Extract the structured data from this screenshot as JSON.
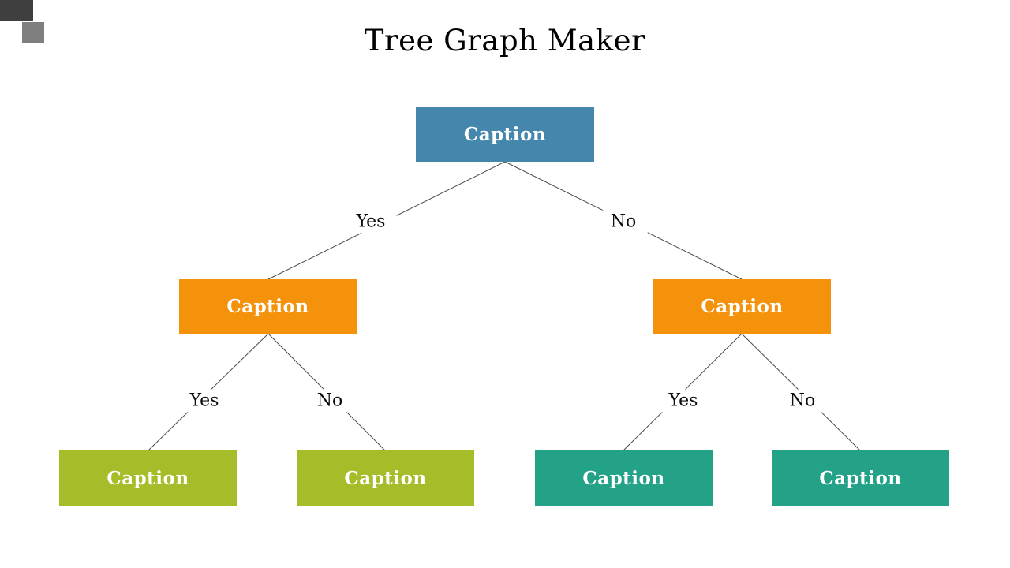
{
  "title": "Tree Graph Maker",
  "decor": {
    "dark_square_color": "#3F3F40",
    "gray_square_color": "#7F7F7F"
  },
  "edges": {
    "color": "#4A4A4A"
  },
  "edge_labels": {
    "root_yes": "Yes",
    "root_no": "No",
    "left_yes": "Yes",
    "left_no": "No",
    "right_yes": "Yes",
    "right_no": "No"
  },
  "nodes": {
    "root": {
      "label": "Caption",
      "color": "#4587AC"
    },
    "branch_left": {
      "label": "Caption",
      "color": "#F5920B"
    },
    "branch_right": {
      "label": "Caption",
      "color": "#F5920B"
    },
    "leaf_left_yes": {
      "label": "Caption",
      "color": "#A6BC28"
    },
    "leaf_left_no": {
      "label": "Caption",
      "color": "#A6BC28"
    },
    "leaf_right_yes": {
      "label": "Caption",
      "color": "#23A288"
    },
    "leaf_right_no": {
      "label": "Caption",
      "color": "#23A288"
    }
  }
}
